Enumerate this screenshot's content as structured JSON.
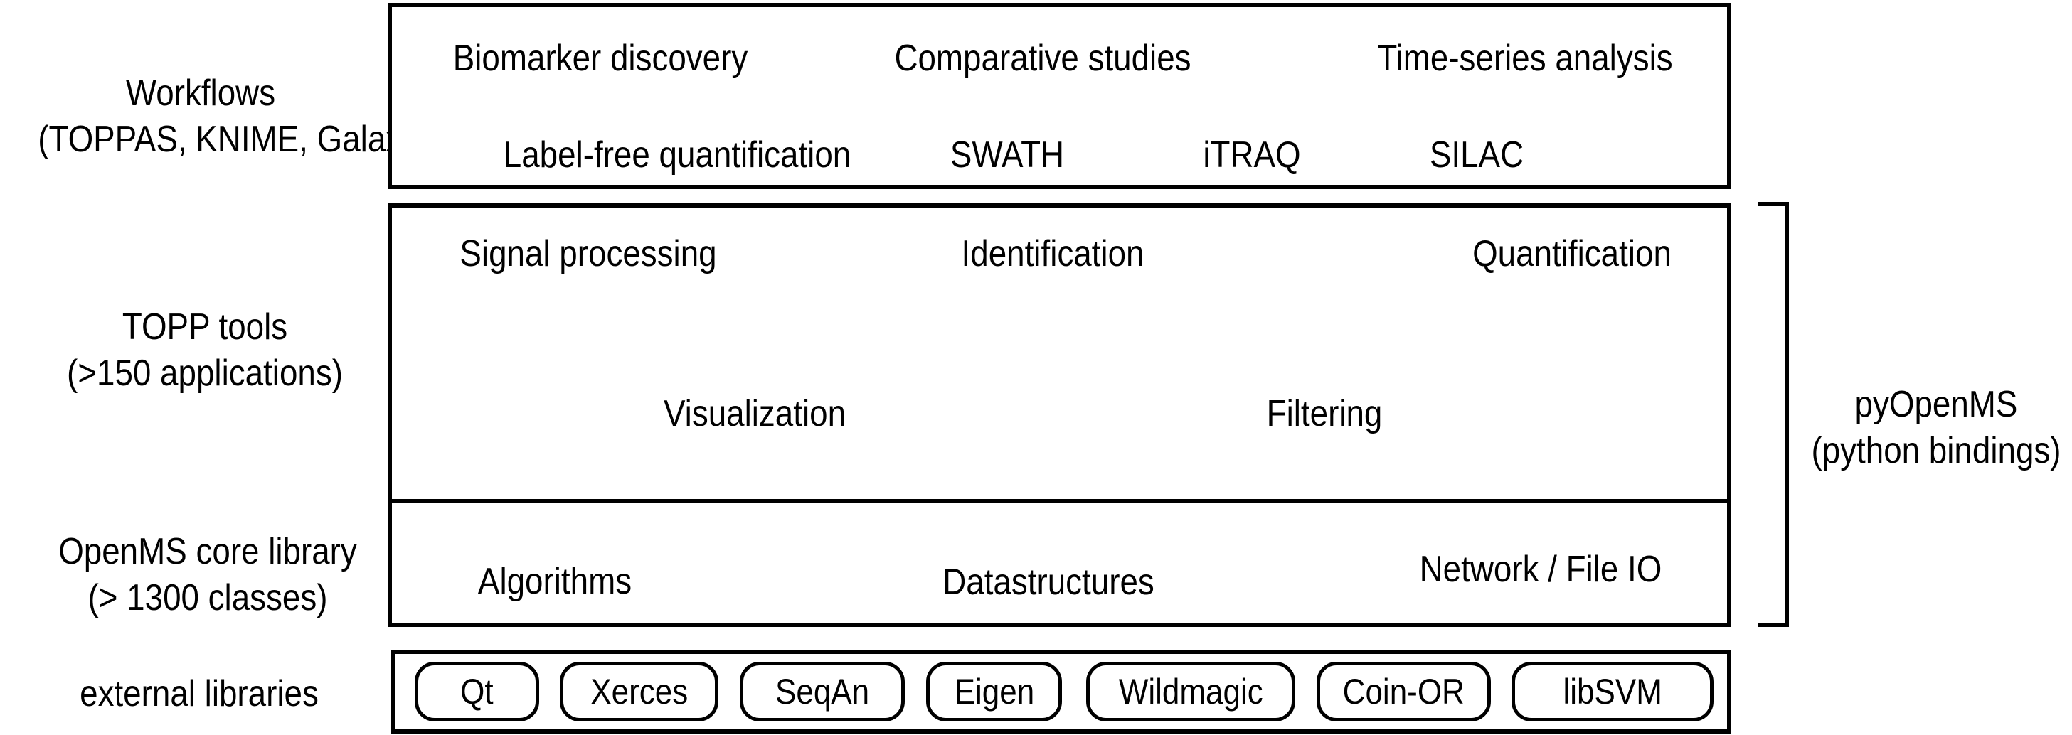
{
  "labels": {
    "workflows": {
      "line1": "Workflows",
      "line2": "(TOPPAS, KNIME, Galaxy)"
    },
    "topp": {
      "line1": "TOPP tools",
      "line2": "(>150 applications)"
    },
    "core": {
      "line1": "OpenMS core library",
      "line2": "(> 1300 classes)"
    },
    "external": {
      "line1": "external libraries"
    }
  },
  "boxes": {
    "workflows": {
      "row1": [
        "Biomarker discovery",
        "Comparative studies",
        "Time-series analysis"
      ],
      "row2": [
        "Label-free quantification",
        "SWATH",
        "iTRAQ",
        "SILAC"
      ]
    },
    "topp": {
      "row1": [
        "Signal processing",
        "Identification",
        "Quantification"
      ],
      "row2": [
        "Visualization",
        "Filtering"
      ]
    },
    "core": {
      "row": [
        "Algorithms",
        "Datastructures",
        "Network / File IO"
      ]
    },
    "external": {
      "libraries": [
        "Qt",
        "Xerces",
        "SeqAn",
        "Eigen",
        "Wildmagic",
        "Coin-OR",
        "libSVM"
      ]
    }
  },
  "bracket": {
    "line1": "pyOpenMS",
    "line2": "(python bindings)"
  },
  "colors": {
    "stroke": "#000000",
    "background": "#ffffff"
  }
}
